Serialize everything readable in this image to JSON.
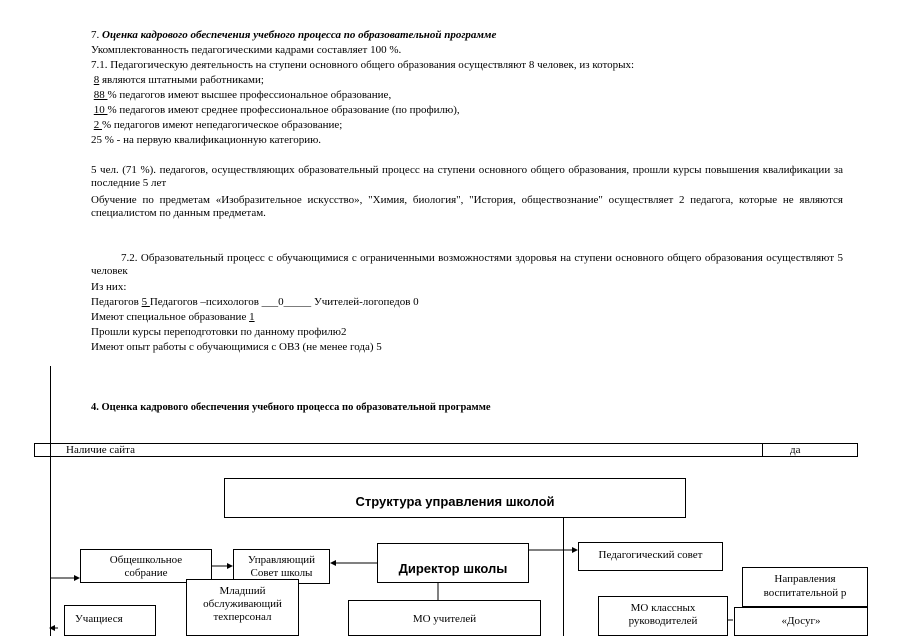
{
  "section7": {
    "num": "7.",
    "title": "Оценка кадрового обеспечения учебного процесса по образовательной программе",
    "staffing": "Укомплектованность педагогическими кадрами составляет 100 %.",
    "p71": "7.1. Педагогическую деятельность на ступени основного общего образования осуществляют 8 человек, из которых:",
    "l1_val": "8",
    "l1_rest": " являются штатными работниками;",
    "l2_val": "88 ",
    "l2_rest": "% педагогов имеют высшее профессиональное образование,",
    "l3_val": "10 ",
    "l3_rest": "% педагогов имеют среднее профессиональное образование (по профилю),",
    "l4_val": "2 ",
    "l4_rest": "% педагогов имеют непедагогическое  образование;",
    "l5": "25 % - на первую квалификационную категорию.",
    "courses": "5 чел. (71 %). педагогов, осуществляющих образовательный процесс на ступени основного общего образования, прошли курсы повышения квалификации за последние 5 лет",
    "subjects": "Обучение по предметам «Изобразительное искусство», \"Химия, биология\", \"История, обществознание\" осуществляет 2 педагога, которые не являются специалистом по данным предметам.",
    "p72": "7.2. Образовательный процесс с обучающимися с ограниченными возможностями здоровья  на ступени основного общего образования осуществляют 5  человек",
    "of_them": "Из них:",
    "ped_a": "Педагогов ",
    "ped_val": "5 ",
    "ped_b": " Педагогов –психологов ___0_____",
    "ped_c": "  Учителей-логопедов 0",
    "special_a": "Имеют специальное образование ",
    "special_val": "1",
    "retrain": "Прошли курсы переподготовки по данному профилю2",
    "experience": "Имеют опыт работы с обучающимися с ОВЗ (не менее года) 5"
  },
  "section4": {
    "title": "4. Оценка кадрового обеспечения учебного процесса по образовательной программе"
  },
  "site_row": {
    "label": "Наличие сайта",
    "value": "да"
  },
  "org_chart": {
    "title": "Структура управления школой",
    "general_meeting": "Общешкольное собрание",
    "governing_council": "Управляющий Совет школы",
    "director": "Директор школы",
    "ped_council": "Педагогический совет",
    "directions": "Направления воспитательной р",
    "junior_staff": "Младший обслуживающий техперсонал",
    "students": "Учащиеся",
    "teachers_mo": "МО учителей",
    "class_mo": "МО классных руководителей",
    "leisure": "«Досуг»"
  }
}
